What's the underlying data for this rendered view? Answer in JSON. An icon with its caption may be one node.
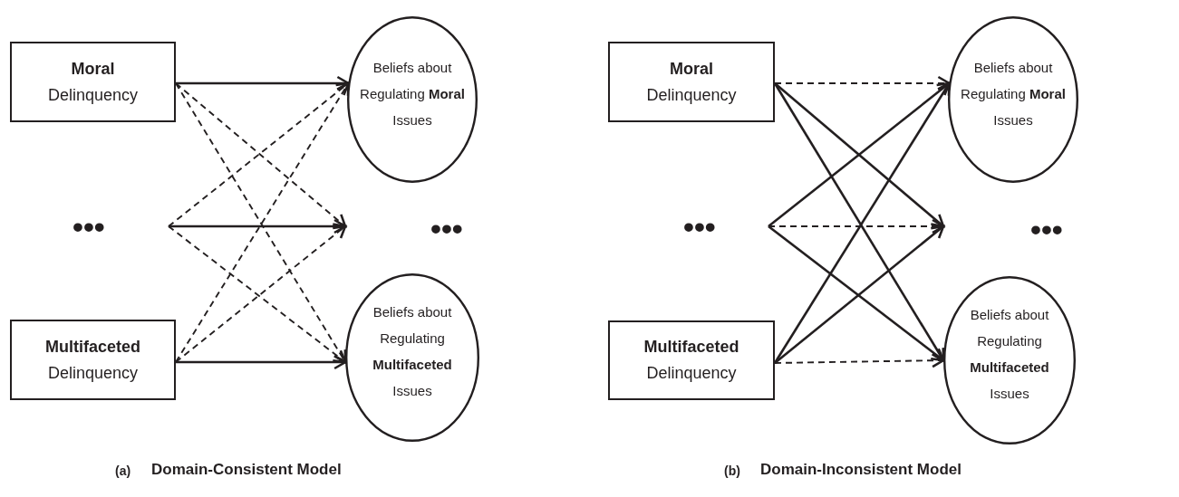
{
  "diagram": {
    "nodes": [
      {
        "text": [
          "Moral",
          "Delinquency"
        ]
      },
      {
        "text": [
          "Beliefs about Regulating **Moral** Issues"
        ]
      },
      {
        "text": [
          "Moral",
          "Delinquency"
        ]
      },
      {
        "text": [
          "Beliefs about Regulating **Moral** Issues"
        ]
      },
      {
        "text": [
          "•••"
        ]
      },
      {
        "text": [
          "•••"
        ]
      },
      {
        "text": [
          "Multifaceted",
          "Delinquency"
        ]
      },
      {
        "text": [
          "Beliefs about Regulating **Multifaceted** Issues"
        ]
      },
      {
        "text": [
          "Multifaceted",
          "Delinquency"
        ]
      },
      {
        "text": [
          "Beliefs about Regulating **Multifaceted** Issues"
        ]
      }
    ],
    "edges": [
      {
        "from": 0,
        "to": 1,
        "arrow": "to"
      },
      {
        "from": 0,
        "to": null,
        "arrow": "to",
        "style": "dashed"
      },
      {
        "from": 0,
        "to": 7,
        "arrow": "to",
        "style": "dashed"
      },
      {
        "from": 4,
        "to": 1,
        "arrow": "to",
        "style": "dashed"
      },
      {
        "from": 4,
        "to": null,
        "arrow": "to"
      },
      {
        "from": 4,
        "to": 7,
        "arrow": "to",
        "style": "dashed"
      },
      {
        "from": 6,
        "to": 1,
        "arrow": "to",
        "style": "dashed"
      },
      {
        "from": 6,
        "to": null,
        "arrow": "to",
        "style": "dashed"
      },
      {
        "from": 6,
        "to": 7,
        "arrow": "to"
      },
      {
        "from": 2,
        "to": 3,
        "arrow": "to",
        "style": "dashed"
      },
      {
        "from": 2,
        "to": null,
        "arrow": "to"
      },
      {
        "from": 2,
        "to": 9,
        "arrow": "to"
      },
      {
        "from": 5,
        "to": 3,
        "arrow": "to"
      },
      {
        "from": 5,
        "to": null,
        "arrow": "to",
        "style": "dashed"
      },
      {
        "from": 5,
        "to": 9,
        "arrow": "to"
      },
      {
        "from": 8,
        "to": 3,
        "arrow": "to"
      },
      {
        "from": 8,
        "to": null,
        "arrow": "to"
      },
      {
        "from": 8,
        "to": 9,
        "arrow": "to",
        "style": "dashed"
      }
    ],
    "labels": [
      "•••",
      "•••",
      "(a)",
      "Domain-Consistent Model",
      "(b)",
      "Domain-Inconsistent Model"
    ]
  }
}
